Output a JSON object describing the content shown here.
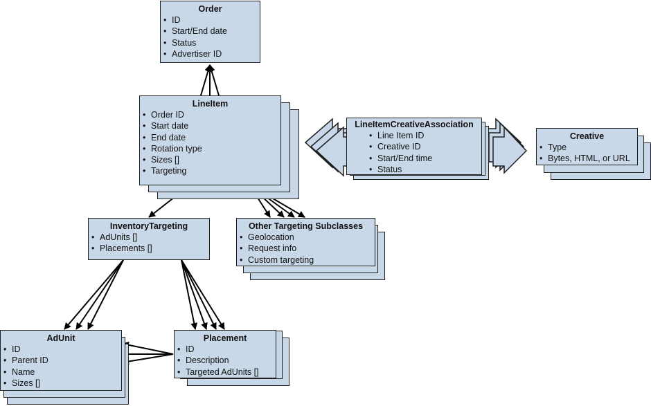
{
  "colors": {
    "box_fill": "#c9d8e8",
    "border": "#1f1f1f",
    "arrow": "#000000"
  },
  "entities": {
    "order": {
      "title": "Order",
      "items": [
        "ID",
        "Start/End date",
        "Status",
        "Advertiser ID"
      ]
    },
    "lineitem": {
      "title": "LineItem",
      "items": [
        "Order ID",
        "Start date",
        "End date",
        "Rotation type",
        "Sizes []",
        "Targeting"
      ]
    },
    "lica": {
      "title": "LineItemCreativeAssociation",
      "items": [
        "Line Item ID",
        "Creative ID",
        "Start/End time",
        "Status"
      ]
    },
    "creative": {
      "title": "Creative",
      "items": [
        "Type",
        "Bytes, HTML, or URL"
      ]
    },
    "inventory_targeting": {
      "title": "InventoryTargeting",
      "items": [
        "AdUnits []",
        "Placements []"
      ]
    },
    "other_targeting": {
      "title": "Other Targeting Subclasses",
      "items": [
        "Geolocation",
        "Request info",
        "Custom targeting"
      ]
    },
    "adunit": {
      "title": "AdUnit",
      "items": [
        "ID",
        "Parent ID",
        "Name",
        "Sizes []"
      ]
    },
    "placement": {
      "title": "Placement",
      "items": [
        "ID",
        "Description",
        "Targeted AdUnits []"
      ]
    }
  }
}
